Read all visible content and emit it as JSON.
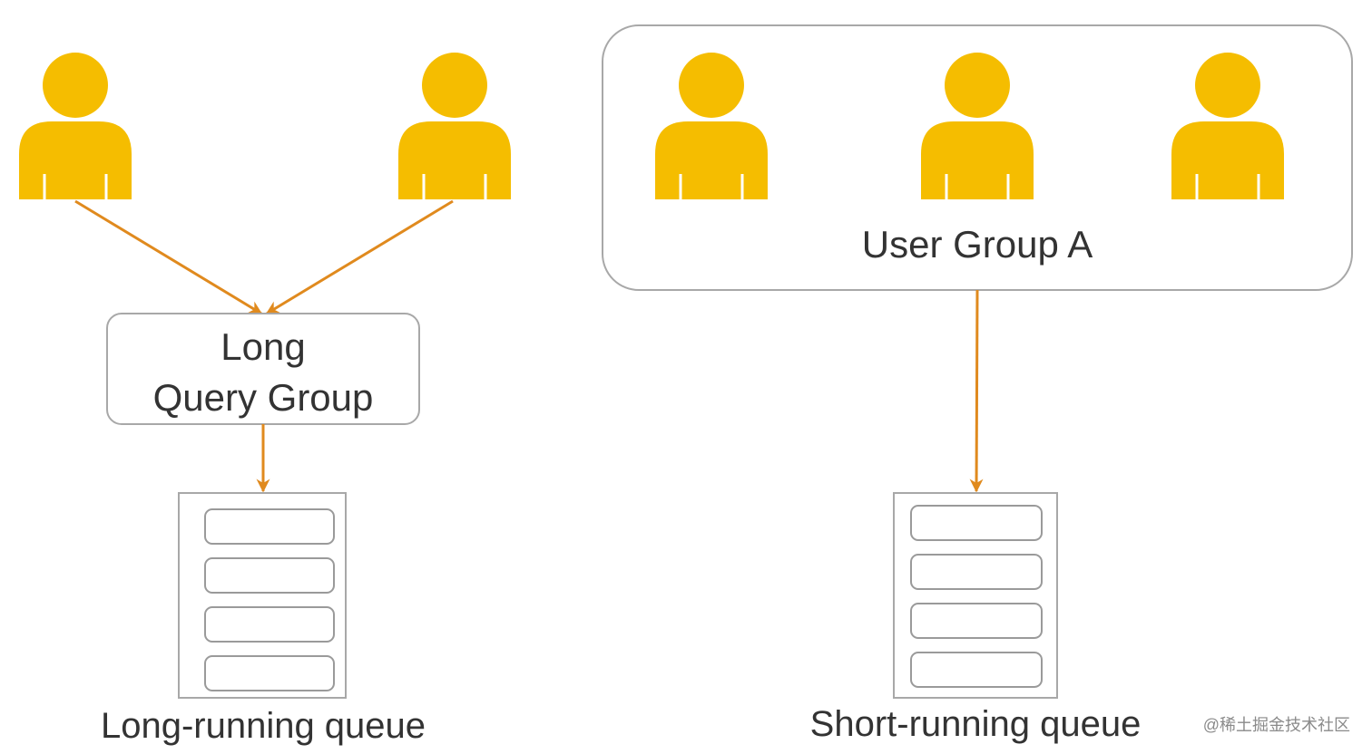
{
  "group_box": {
    "label": "User Group A"
  },
  "long_query_group": {
    "label_line1": "Long",
    "label_line2": "Query Group"
  },
  "queues": {
    "long_label": "Long-running queue",
    "short_label": "Short-running queue"
  },
  "watermark": "@稀土掘金技术社区",
  "colors": {
    "user_fill": "#F5BD00",
    "arrow": "#E08A1E",
    "box_stroke": "#A8A8A8",
    "text": "#333333"
  },
  "icons": {
    "user": "user-icon",
    "queue": "queue-icon"
  }
}
